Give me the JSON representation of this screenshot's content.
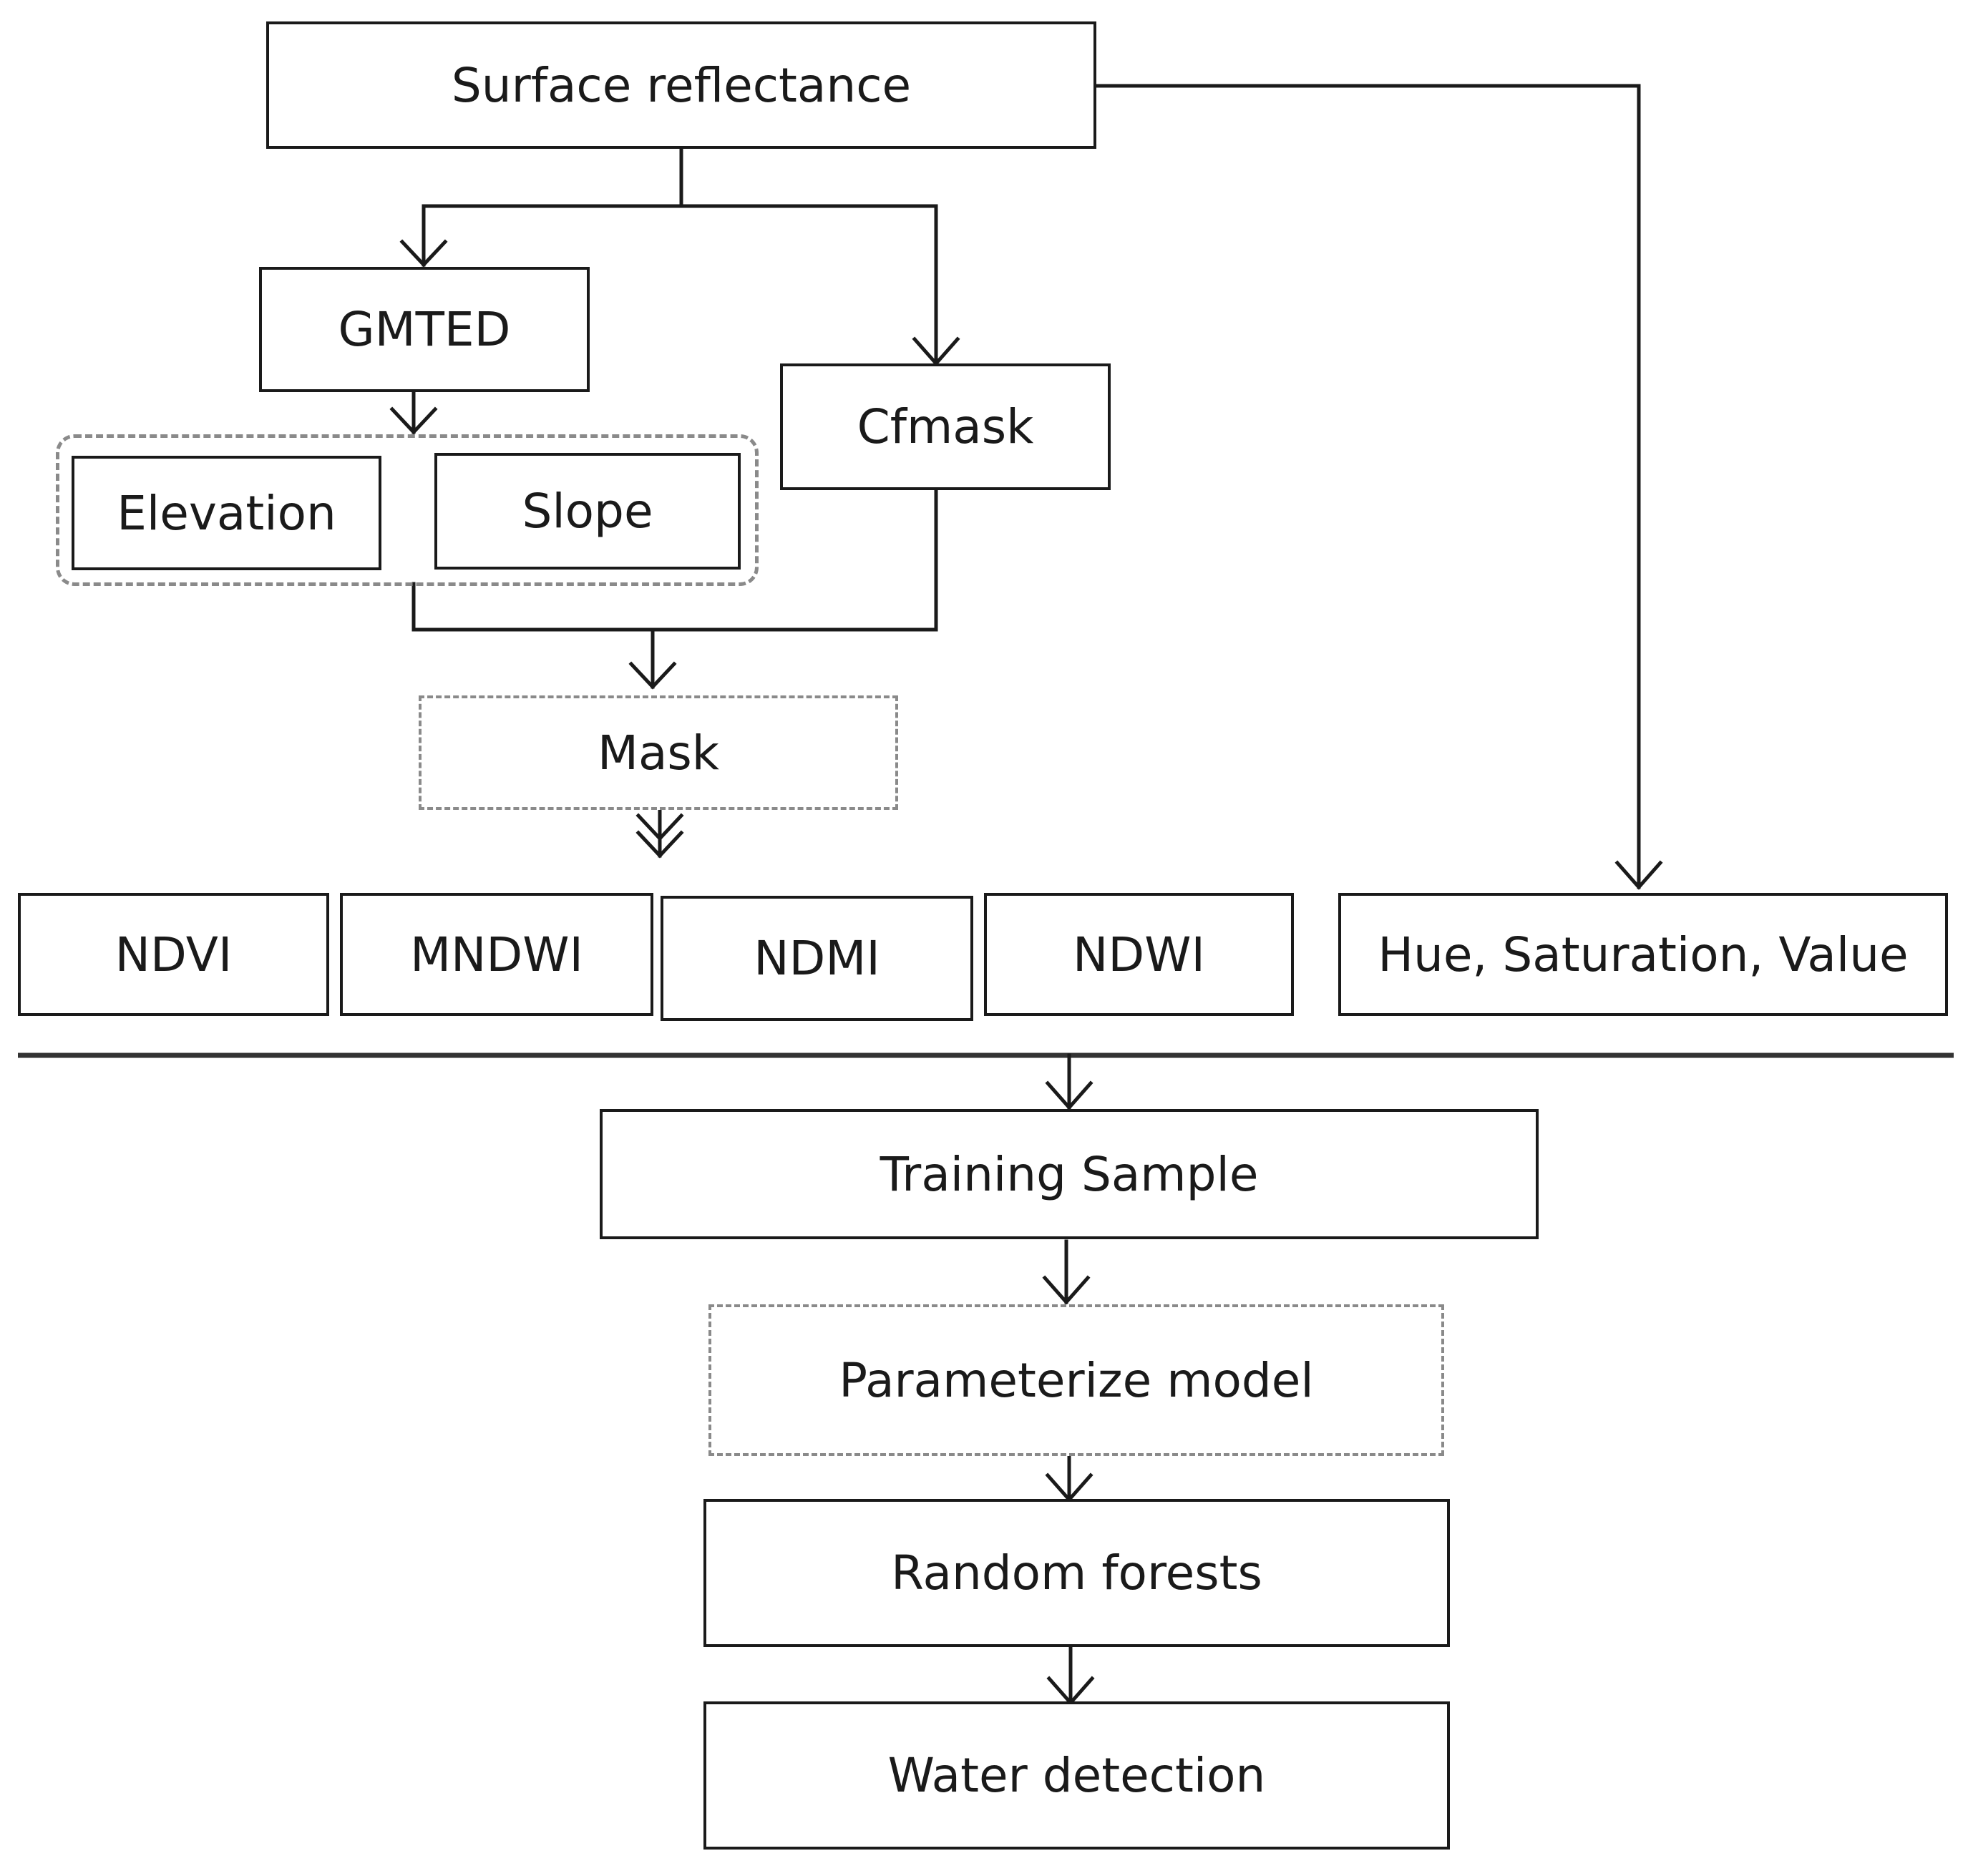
{
  "nodes": {
    "surface_reflectance": "Surface reflectance",
    "gmted": "GMTED",
    "cfmask": "Cfmask",
    "elevation": "Elevation",
    "slope": "Slope",
    "mask": "Mask",
    "ndvi": "NDVI",
    "mndwi": "MNDWI",
    "ndmi": "NDMI",
    "ndwi": "NDWI",
    "hsv": "Hue, Saturation,  Value",
    "training_sample": "Training Sample",
    "parameterize_model": "Parameterize model",
    "random_forests": "Random forests",
    "water_detection": "Water detection"
  },
  "colors": {
    "line": "#1a1a1a",
    "dashed_border": "#8a8a8a",
    "text": "#1a1a1a"
  }
}
